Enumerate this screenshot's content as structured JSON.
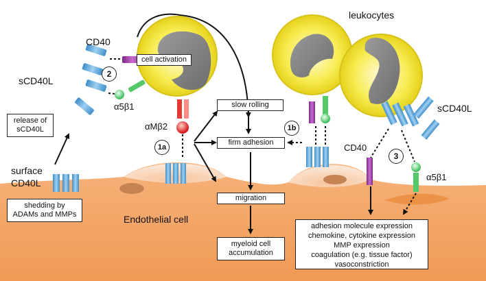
{
  "labels": {
    "leukocytes": "leukocytes",
    "cd40_top": "CD40",
    "scd40l_left": "sCD40L",
    "a5b1_left": "α5β1",
    "amb2": "αMβ2",
    "scd40l_right": "sCD40L",
    "cd40_right": "CD40",
    "a5b1_right": "α5β1",
    "surface_cd40l_1": "surface",
    "surface_cd40l_2": "CD40L",
    "endothelial": "Endothelial cell"
  },
  "steps": {
    "s2": "2",
    "s1a": "1a",
    "s1b": "1b",
    "s3": "3"
  },
  "boxes": {
    "cell_activation": "cell activation",
    "release": [
      "release of",
      "sCD40L"
    ],
    "shedding": [
      "shedding by",
      "ADAMs and MMPs"
    ],
    "slow_rolling": "slow rolling",
    "firm_adhesion": "firm adhesion",
    "migration": "migration",
    "myeloid": [
      "myeloid cell",
      "accumulation"
    ],
    "effects": [
      "adhesion molecule expression",
      "chemokine, cytokine expression",
      "MMP expression",
      "coagulation (e.g. tissue factor)",
      "vasoconstriction"
    ]
  },
  "colors": {
    "cell_yellow": "#f6ea3c",
    "nucleus_gray": "#8a8a8a",
    "endothelium_orange": "#f2a060",
    "receptor_blue": "#5aa7d8",
    "cd40_purple": "#a040a8",
    "integrin_green": "#3fbf5a",
    "integrin_red": "#e0201c"
  }
}
